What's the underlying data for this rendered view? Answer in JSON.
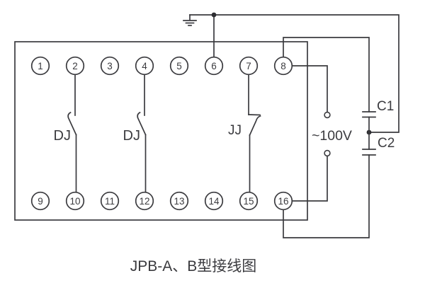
{
  "diagram": {
    "caption": "JPB-A、B型接线图",
    "terminals": {
      "top": [
        "1",
        "2",
        "3",
        "4",
        "5",
        "6",
        "7",
        "8"
      ],
      "bottom": [
        "9",
        "10",
        "11",
        "12",
        "13",
        "14",
        "15",
        "16"
      ]
    },
    "labels": {
      "dj1": "DJ",
      "dj2": "DJ",
      "jj": "JJ",
      "c1": "C1",
      "c2": "C2",
      "voltage": "~100V"
    },
    "colors": {
      "line": "#3b3b3f",
      "background": "#ffffff"
    }
  }
}
